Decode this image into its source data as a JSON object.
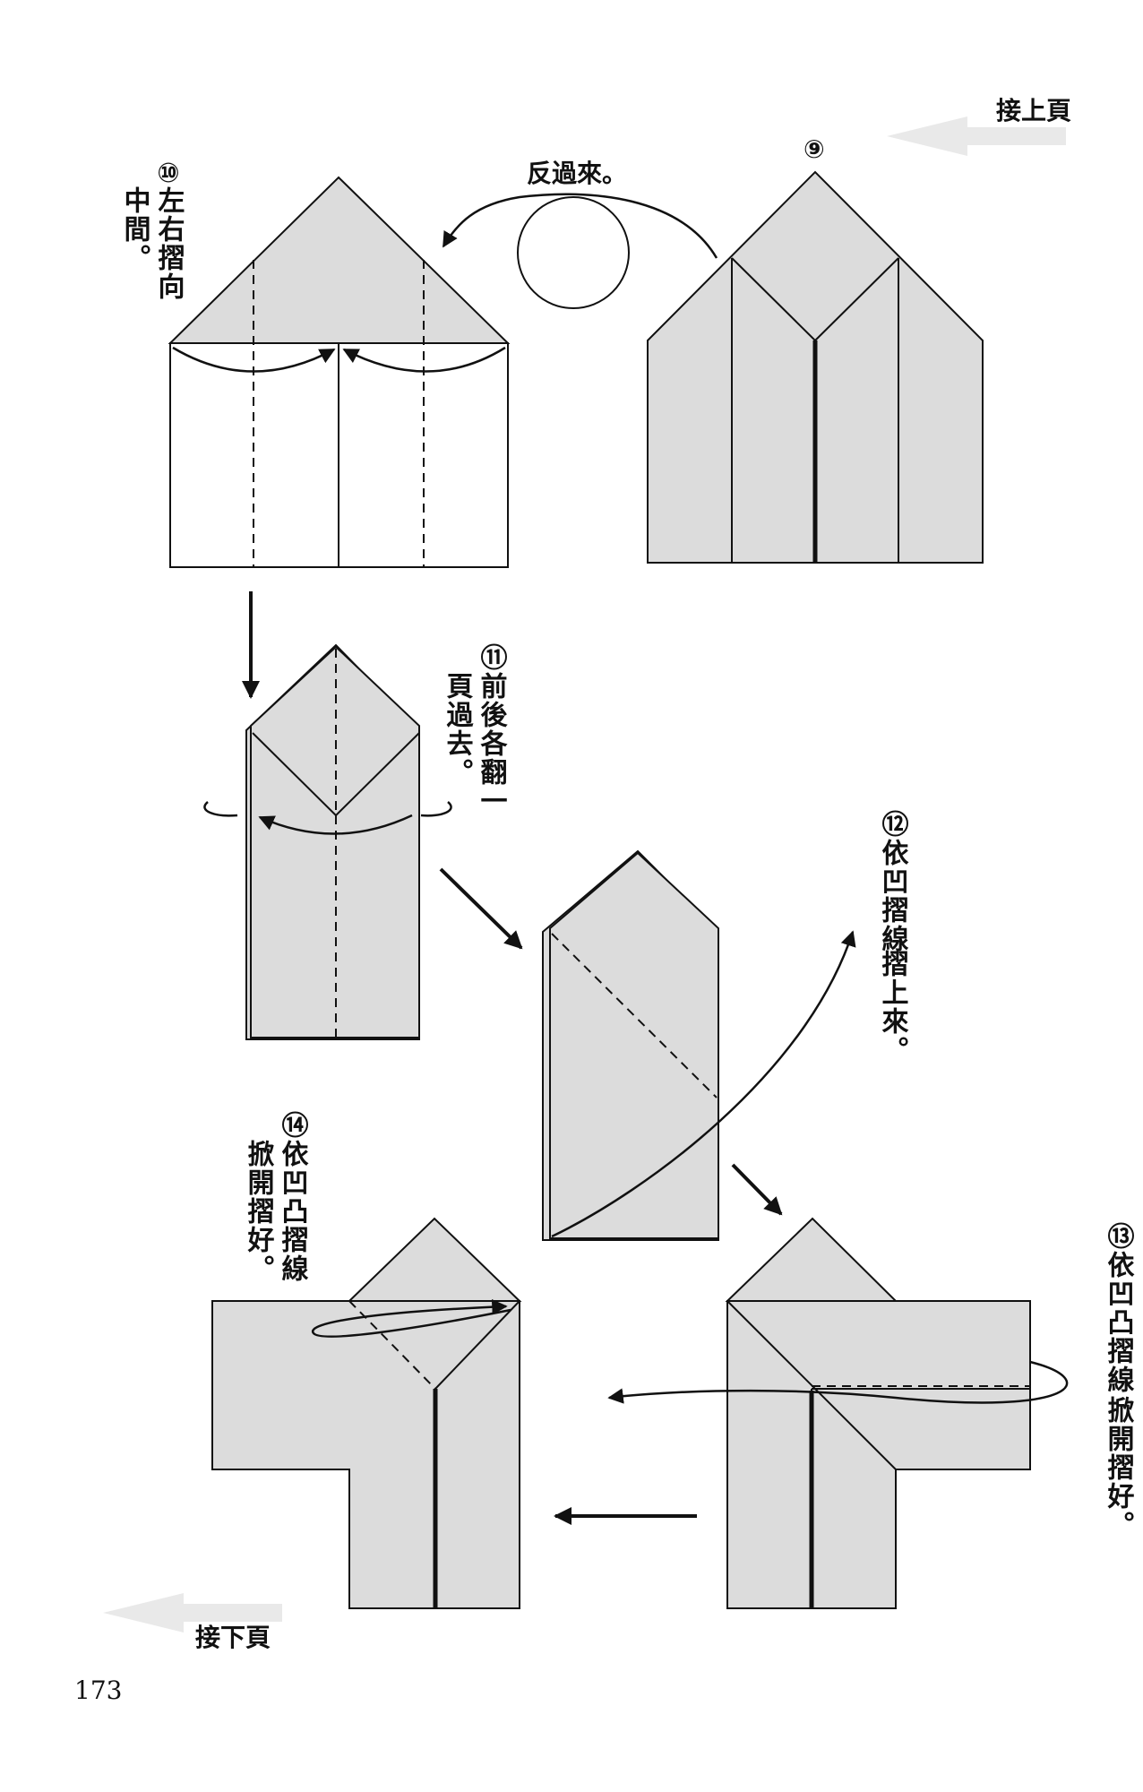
{
  "header": {
    "continue_from": "接上頁"
  },
  "footer": {
    "continue_to": "接下頁",
    "page_number": "173"
  },
  "steps": [
    {
      "number": "⑨",
      "text": ""
    },
    {
      "number": "⑩",
      "text_col1": "左右摺向",
      "text_col2": "中間。"
    },
    {
      "number": "⑪",
      "text_col1": "前後各翻一",
      "text_col2": "頁過去。"
    },
    {
      "number": "⑫",
      "text_col1": "依凹摺線",
      "text_col2": "摺上來。"
    },
    {
      "number": "⑬",
      "text_col1": "依凹凸摺線",
      "text_col2": "掀開摺好。"
    },
    {
      "number": "⑭",
      "text_col1": "依凹凸摺線",
      "text_col2": "掀開摺好。"
    }
  ],
  "annotations": {
    "flip_over": "反過來。"
  },
  "colors": {
    "paper_fill": "#dcdcdc",
    "ink": "#111111"
  }
}
